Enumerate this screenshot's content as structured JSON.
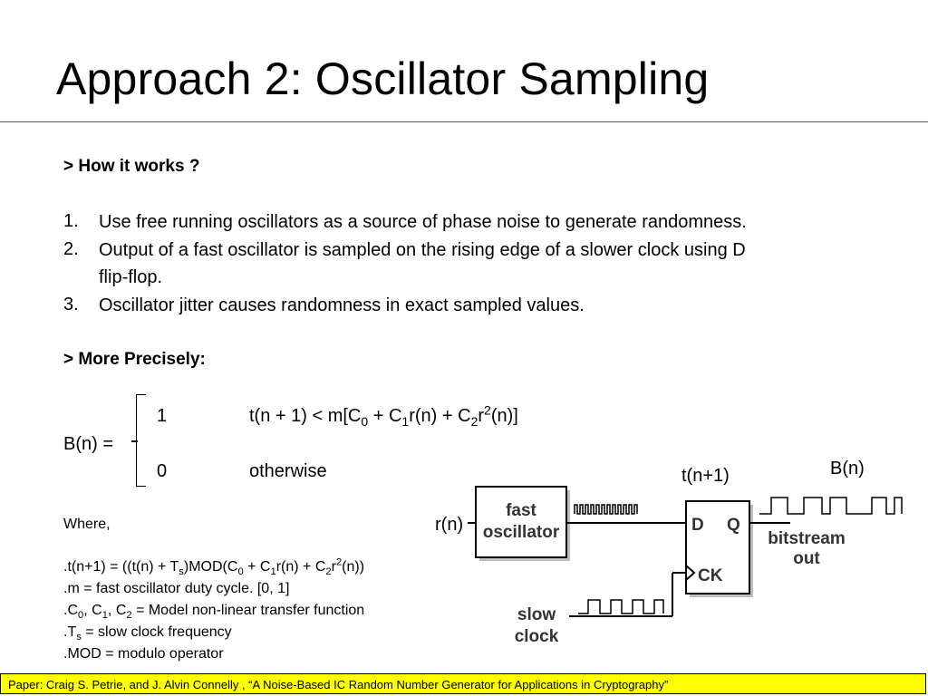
{
  "title": "Approach 2: Oscillator Sampling",
  "how_heading": "> How it works ?",
  "list": [
    {
      "num": "1.",
      "text": "Use free running oscillators as a source of phase noise to generate randomness."
    },
    {
      "num": "2.",
      "text": "Output of a fast oscillator is sampled on the rising edge of a slower clock using D",
      "text2": "flip-flop."
    },
    {
      "num": "3.",
      "text": "Oscillator jitter causes randomness in exact sampled values."
    }
  ],
  "precise_heading": "> More Precisely:",
  "equation": {
    "lhs": "B(n) =",
    "case1_value": "1",
    "case1_cond": "t(n + 1) < m[C",
    "case0_value": "0",
    "case0_cond": "otherwise"
  },
  "where_label": "Where,",
  "definitions": {
    "d1_prefix": ".t(n+1) = ((t(n) + T",
    "d2": ".m = fast oscillator duty cycle. [0, 1]",
    "d3": "= Model non-linear transfer function",
    "d4": "= slow clock frequency",
    "d5": ".MOD = modulo operator"
  },
  "diagram": {
    "label_tn1": "t(n+1)",
    "label_bn": "B(n)",
    "label_rn": "r(n)",
    "fast_osc_line1": "fast",
    "fast_osc_line2": "oscillator",
    "ff_d": "D",
    "ff_q": "Q",
    "ff_ck": "CK",
    "bitstream_line1": "bitstream",
    "bitstream_line2": "out",
    "slow_line1": "slow",
    "slow_line2": "clock"
  },
  "footer": "Paper:  Craig S. Petrie, and J. Alvin Connelly , “A Noise-Based IC Random Number Generator for Applications in Cryptography”"
}
